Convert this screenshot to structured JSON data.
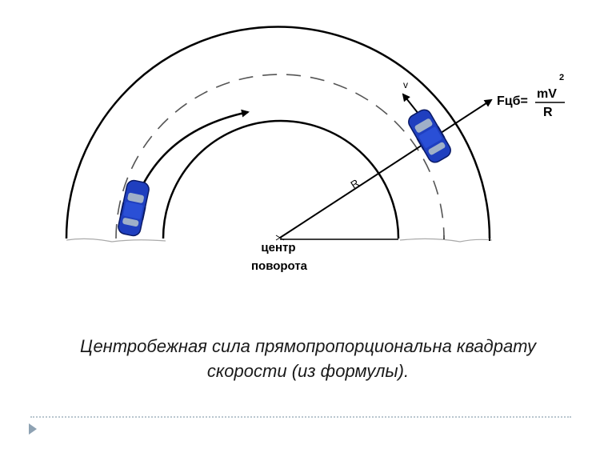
{
  "diagram": {
    "velocity_label": "v",
    "force_label": "Fцб=",
    "formula_numerator": "mV",
    "formula_exponent": "2",
    "formula_denominator": "R",
    "radius_label": "R",
    "center_label_line1": "центр",
    "center_label_line2": "поворота",
    "colors": {
      "car_body": "#1f3fbf",
      "car_window": "#9fb0c8",
      "road_line": "#000000",
      "lane_dash": "#555555"
    }
  },
  "caption": {
    "line1": "Центробежная сила прямопропорциональна квадрату",
    "line2": "скорости (из формулы)."
  },
  "footer": {
    "nav_icon": "triangle-right-icon"
  }
}
